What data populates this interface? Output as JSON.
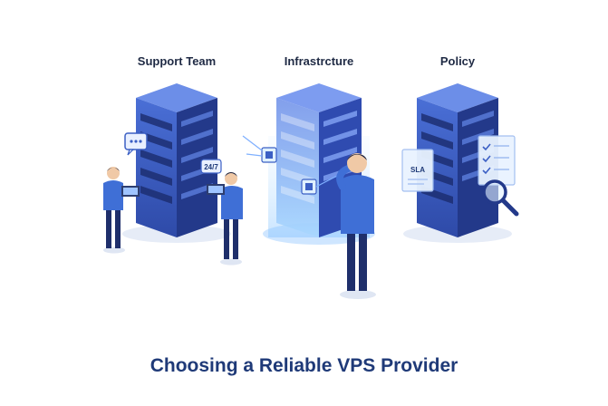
{
  "labels": {
    "support": "Support Team",
    "infrastructure": "Infrastrcture",
    "policy": "Policy"
  },
  "badges": {
    "support_hours": "24/7",
    "sla": "SLA"
  },
  "title": "Choosing a Reliable VPS Provider",
  "colors": {
    "server_front": "#3b5fc4",
    "server_side": "#23398a",
    "server_top": "#6c8ee8",
    "glow": "#9fd3ff",
    "person_shirt": "#3f6fd6",
    "person_pants": "#1f2f6b",
    "title": "#1f3a78"
  },
  "icons": [
    "chat-bubble-icon",
    "chip-icon",
    "magnifier-icon",
    "checklist-icon",
    "document-icon"
  ]
}
